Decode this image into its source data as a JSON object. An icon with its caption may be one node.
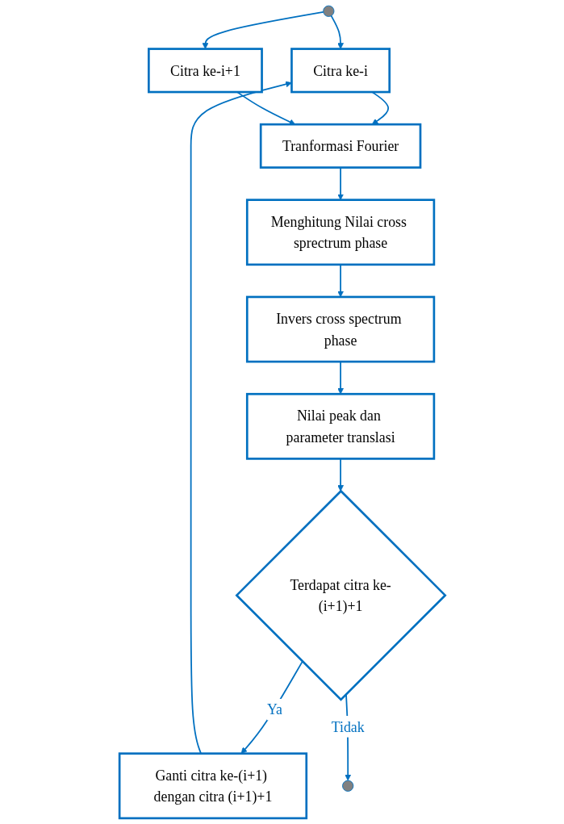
{
  "diagram": {
    "nodes": [
      {
        "text": [],
        "shape": "circle"
      },
      {
        "text": [
          "Citra ke-i"
        ]
      },
      {
        "text": [
          "Citra ke-i+1"
        ]
      },
      {
        "text": [
          "Tranformasi Fourier"
        ]
      },
      {
        "text": [
          "Menghitung Nilai cross sprectrum phase"
        ]
      },
      {
        "text": [
          "Invers cross spectrum phase"
        ]
      },
      {
        "text": [
          "Nilai peak dan parameter translasi"
        ]
      },
      {
        "text": [
          "Terdapat citra ke-(i+1)+1"
        ]
      },
      {
        "text": [
          "Ganti citra ke-(i+1) dengan citra (i+1)+1"
        ]
      },
      {
        "text": [],
        "shape": "circle"
      }
    ],
    "edges": [
      {
        "from": 0,
        "to": 1,
        "arrow": "to"
      },
      {
        "from": 0,
        "to": 2,
        "arrow": "to"
      },
      {
        "from": 1,
        "to": 3,
        "arrow": "to"
      },
      {
        "from": 2,
        "to": 3,
        "arrow": "to"
      },
      {
        "from": 3,
        "to": 4,
        "arrow": "to"
      },
      {
        "from": 4,
        "to": 5,
        "arrow": "to"
      },
      {
        "from": 5,
        "to": 6,
        "arrow": "to"
      },
      {
        "from": 6,
        "to": 7,
        "arrow": "to"
      },
      {
        "from": 7,
        "to": 8,
        "label": "Ya",
        "arrow": "to"
      },
      {
        "from": 8,
        "to": 1,
        "arrow": "to"
      },
      {
        "from": 7,
        "to": 9,
        "label": "Tidak",
        "arrow": "to"
      }
    ]
  }
}
